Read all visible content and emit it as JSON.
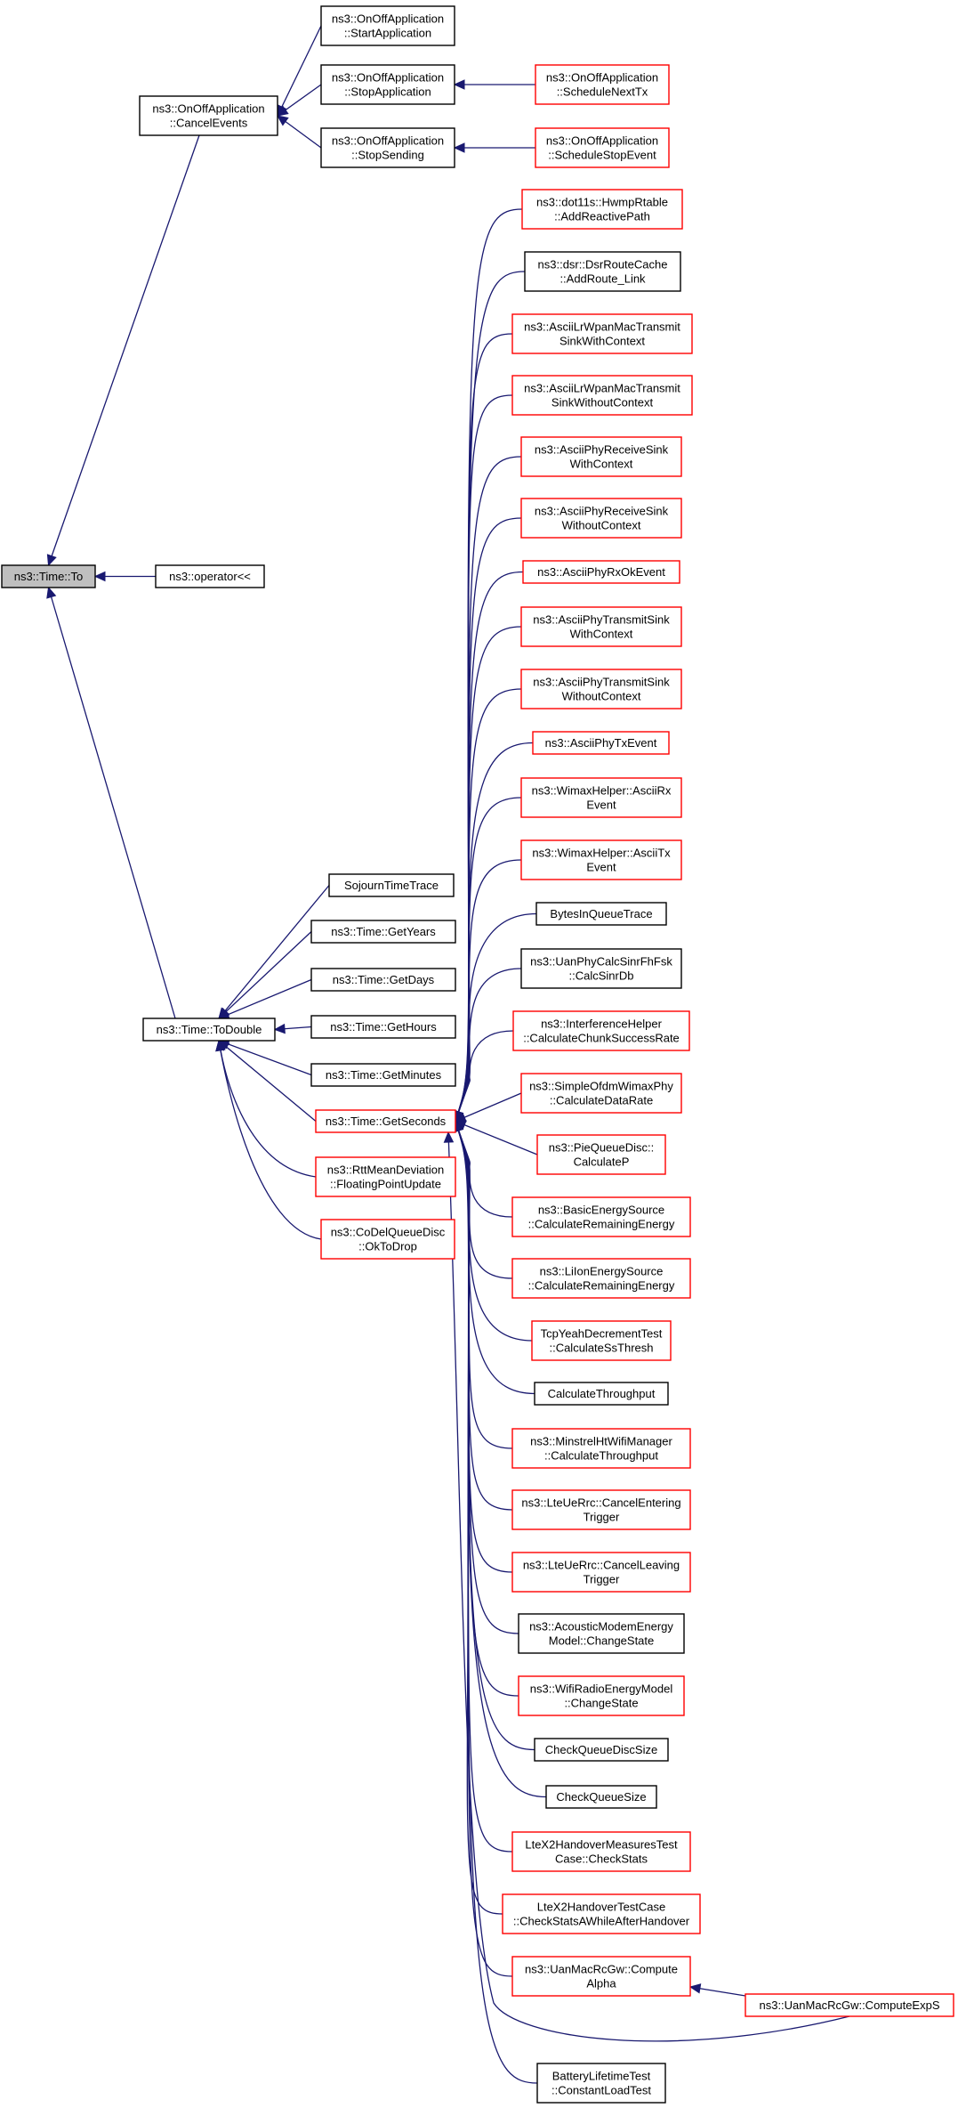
{
  "colors": {
    "edge": "#191970",
    "red_border": "#ff0000",
    "black_border": "#000000",
    "root_fill": "#bfbfbf"
  },
  "nodes": [
    {
      "id": "to",
      "lines": [
        "ns3::Time::To"
      ],
      "style": "root"
    },
    {
      "id": "op",
      "lines": [
        "ns3::operator<<"
      ],
      "style": "black"
    },
    {
      "id": "cancel",
      "lines": [
        "ns3::OnOffApplication",
        "::CancelEvents"
      ],
      "style": "black"
    },
    {
      "id": "start",
      "lines": [
        "ns3::OnOffApplication",
        "::StartApplication"
      ],
      "style": "black"
    },
    {
      "id": "stopapp",
      "lines": [
        "ns3::OnOffApplication",
        "::StopApplication"
      ],
      "style": "black"
    },
    {
      "id": "stopsend",
      "lines": [
        "ns3::OnOffApplication",
        "::StopSending"
      ],
      "style": "black"
    },
    {
      "id": "schednext",
      "lines": [
        "ns3::OnOffApplication",
        "::ScheduleNextTx"
      ],
      "style": "red"
    },
    {
      "id": "schedstop",
      "lines": [
        "ns3::OnOffApplication",
        "::ScheduleStopEvent"
      ],
      "style": "red"
    },
    {
      "id": "todouble",
      "lines": [
        "ns3::Time::ToDouble"
      ],
      "style": "black"
    },
    {
      "id": "sojourn",
      "lines": [
        "SojournTimeTrace"
      ],
      "style": "black"
    },
    {
      "id": "years",
      "lines": [
        "ns3::Time::GetYears"
      ],
      "style": "black"
    },
    {
      "id": "days",
      "lines": [
        "ns3::Time::GetDays"
      ],
      "style": "black"
    },
    {
      "id": "hours",
      "lines": [
        "ns3::Time::GetHours"
      ],
      "style": "black"
    },
    {
      "id": "minutes",
      "lines": [
        "ns3::Time::GetMinutes"
      ],
      "style": "black"
    },
    {
      "id": "seconds",
      "lines": [
        "ns3::Time::GetSeconds"
      ],
      "style": "red"
    },
    {
      "id": "rtt",
      "lines": [
        "ns3::RttMeanDeviation",
        "::FloatingPointUpdate"
      ],
      "style": "red"
    },
    {
      "id": "codel",
      "lines": [
        "ns3::CoDelQueueDisc",
        "::OkToDrop"
      ],
      "style": "red"
    },
    {
      "id": "t1",
      "lines": [
        "ns3::dot11s::HwmpRtable",
        "::AddReactivePath"
      ],
      "style": "red"
    },
    {
      "id": "t2",
      "lines": [
        "ns3::dsr::DsrRouteCache",
        "::AddRoute_Link"
      ],
      "style": "black"
    },
    {
      "id": "t3",
      "lines": [
        "ns3::AsciiLrWpanMacTransmit",
        "SinkWithContext"
      ],
      "style": "red"
    },
    {
      "id": "t4",
      "lines": [
        "ns3::AsciiLrWpanMacTransmit",
        "SinkWithoutContext"
      ],
      "style": "red"
    },
    {
      "id": "t5",
      "lines": [
        "ns3::AsciiPhyReceiveSink",
        "WithContext"
      ],
      "style": "red"
    },
    {
      "id": "t6",
      "lines": [
        "ns3::AsciiPhyReceiveSink",
        "WithoutContext"
      ],
      "style": "red"
    },
    {
      "id": "t7",
      "lines": [
        "ns3::AsciiPhyRxOkEvent"
      ],
      "style": "red"
    },
    {
      "id": "t8",
      "lines": [
        "ns3::AsciiPhyTransmitSink",
        "WithContext"
      ],
      "style": "red"
    },
    {
      "id": "t9",
      "lines": [
        "ns3::AsciiPhyTransmitSink",
        "WithoutContext"
      ],
      "style": "red"
    },
    {
      "id": "t10",
      "lines": [
        "ns3::AsciiPhyTxEvent"
      ],
      "style": "red"
    },
    {
      "id": "t11",
      "lines": [
        "ns3::WimaxHelper::AsciiRx",
        "Event"
      ],
      "style": "red"
    },
    {
      "id": "t12",
      "lines": [
        "ns3::WimaxHelper::AsciiTx",
        "Event"
      ],
      "style": "red"
    },
    {
      "id": "t13",
      "lines": [
        "BytesInQueueTrace"
      ],
      "style": "black"
    },
    {
      "id": "t14",
      "lines": [
        "ns3::UanPhyCalcSinrFhFsk",
        "::CalcSinrDb"
      ],
      "style": "black"
    },
    {
      "id": "t15",
      "lines": [
        "ns3::InterferenceHelper",
        "::CalculateChunkSuccessRate"
      ],
      "style": "red"
    },
    {
      "id": "t16",
      "lines": [
        "ns3::SimpleOfdmWimaxPhy",
        "::CalculateDataRate"
      ],
      "style": "red"
    },
    {
      "id": "t17",
      "lines": [
        "ns3::PieQueueDisc::",
        "CalculateP"
      ],
      "style": "red"
    },
    {
      "id": "t18",
      "lines": [
        "ns3::BasicEnergySource",
        "::CalculateRemainingEnergy"
      ],
      "style": "red"
    },
    {
      "id": "t19",
      "lines": [
        "ns3::LiIonEnergySource",
        "::CalculateRemainingEnergy"
      ],
      "style": "red"
    },
    {
      "id": "t20",
      "lines": [
        "TcpYeahDecrementTest",
        "::CalculateSsThresh"
      ],
      "style": "red"
    },
    {
      "id": "t21",
      "lines": [
        "CalculateThroughput"
      ],
      "style": "black"
    },
    {
      "id": "t22",
      "lines": [
        "ns3::MinstrelHtWifiManager",
        "::CalculateThroughput"
      ],
      "style": "red"
    },
    {
      "id": "t23",
      "lines": [
        "ns3::LteUeRrc::CancelEntering",
        "Trigger"
      ],
      "style": "red"
    },
    {
      "id": "t24",
      "lines": [
        "ns3::LteUeRrc::CancelLeaving",
        "Trigger"
      ],
      "style": "red"
    },
    {
      "id": "t25",
      "lines": [
        "ns3::AcousticModemEnergy",
        "Model::ChangeState"
      ],
      "style": "black"
    },
    {
      "id": "t26",
      "lines": [
        "ns3::WifiRadioEnergyModel",
        "::ChangeState"
      ],
      "style": "red"
    },
    {
      "id": "t27",
      "lines": [
        "CheckQueueDiscSize"
      ],
      "style": "black"
    },
    {
      "id": "t28",
      "lines": [
        "CheckQueueSize"
      ],
      "style": "black"
    },
    {
      "id": "t29",
      "lines": [
        "LteX2HandoverMeasuresTest",
        "Case::CheckStats"
      ],
      "style": "red"
    },
    {
      "id": "t30",
      "lines": [
        "LteX2HandoverTestCase",
        "::CheckStatsAWhileAfterHandover"
      ],
      "style": "red"
    },
    {
      "id": "t31",
      "lines": [
        "ns3::UanMacRcGw::Compute",
        "Alpha"
      ],
      "style": "red"
    },
    {
      "id": "t32",
      "lines": [
        "ns3::UanMacRcGw::ComputeExpS"
      ],
      "style": "red"
    },
    {
      "id": "t33",
      "lines": [
        "BatteryLifetimeTest",
        "::ConstantLoadTest"
      ],
      "style": "black"
    }
  ],
  "edges": [
    [
      "cancel",
      "to"
    ],
    [
      "op",
      "to"
    ],
    [
      "todouble",
      "to"
    ],
    [
      "start",
      "cancel"
    ],
    [
      "stopapp",
      "cancel"
    ],
    [
      "stopsend",
      "cancel"
    ],
    [
      "schednext",
      "stopapp"
    ],
    [
      "schedstop",
      "stopsend"
    ],
    [
      "sojourn",
      "todouble"
    ],
    [
      "years",
      "todouble"
    ],
    [
      "days",
      "todouble"
    ],
    [
      "hours",
      "todouble"
    ],
    [
      "minutes",
      "todouble"
    ],
    [
      "seconds",
      "todouble"
    ],
    [
      "rtt",
      "todouble"
    ],
    [
      "codel",
      "todouble"
    ],
    [
      "t1",
      "seconds"
    ],
    [
      "t2",
      "seconds"
    ],
    [
      "t3",
      "seconds"
    ],
    [
      "t4",
      "seconds"
    ],
    [
      "t5",
      "seconds"
    ],
    [
      "t6",
      "seconds"
    ],
    [
      "t7",
      "seconds"
    ],
    [
      "t8",
      "seconds"
    ],
    [
      "t9",
      "seconds"
    ],
    [
      "t10",
      "seconds"
    ],
    [
      "t11",
      "seconds"
    ],
    [
      "t12",
      "seconds"
    ],
    [
      "t13",
      "seconds"
    ],
    [
      "t14",
      "seconds"
    ],
    [
      "t15",
      "seconds"
    ],
    [
      "t16",
      "seconds"
    ],
    [
      "t17",
      "seconds"
    ],
    [
      "t18",
      "seconds"
    ],
    [
      "t19",
      "seconds"
    ],
    [
      "t20",
      "seconds"
    ],
    [
      "t21",
      "seconds"
    ],
    [
      "t22",
      "seconds"
    ],
    [
      "t23",
      "seconds"
    ],
    [
      "t24",
      "seconds"
    ],
    [
      "t25",
      "seconds"
    ],
    [
      "t26",
      "seconds"
    ],
    [
      "t27",
      "seconds"
    ],
    [
      "t28",
      "seconds"
    ],
    [
      "t29",
      "seconds"
    ],
    [
      "t30",
      "seconds"
    ],
    [
      "t31",
      "seconds"
    ],
    [
      "t32",
      "seconds"
    ],
    [
      "t33",
      "seconds"
    ],
    [
      "t32",
      "t31"
    ]
  ]
}
